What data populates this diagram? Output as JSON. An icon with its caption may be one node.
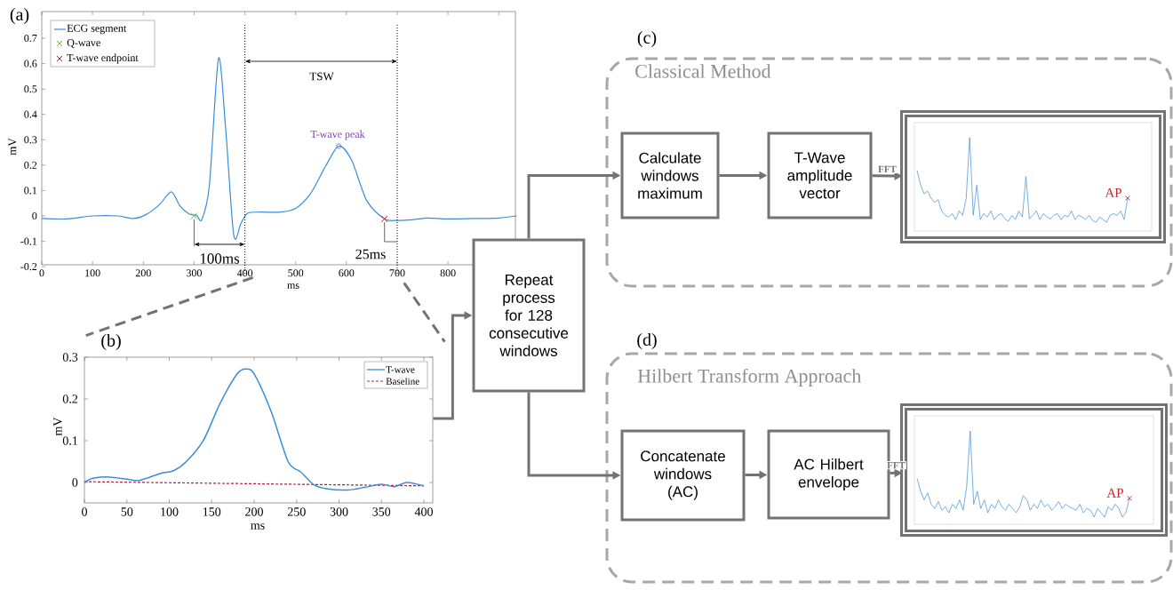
{
  "diagram": {
    "nodes": [
      {
        "text": [
          "(a)"
        ]
      },
      {
        "text": [
          "(b)"
        ]
      },
      {
        "text": [
          "Repeat process for 128 consecutive windows"
        ]
      },
      {
        "text": [
          "(c)",
          "Classical Method"
        ]
      },
      {
        "text": [
          "Calculate windows maximum"
        ],
        "in": 3
      },
      {
        "text": [
          "T-Wave amplitude vector"
        ],
        "in": 3
      },
      {
        "text": [],
        "shape": "picture",
        "in": 3
      },
      {
        "text": [
          "(d)",
          "Hilbert Transform Approach"
        ]
      },
      {
        "text": [
          "Concatenate windows (AC)"
        ],
        "in": 7
      },
      {
        "text": [
          "AC Hilbert envelope"
        ],
        "in": 7
      },
      {
        "text": [],
        "shape": "picture",
        "in": 7
      }
    ],
    "edges": [
      {
        "from": 0,
        "to": 1,
        "arrow": "none",
        "style": "dashed"
      },
      {
        "from": 0,
        "to": 1,
        "arrow": "none",
        "style": "dashed"
      },
      {
        "from": 1,
        "to": 2,
        "arrow": "to"
      },
      {
        "from": 2,
        "to": 4,
        "arrow": "to"
      },
      {
        "from": 4,
        "to": 5,
        "arrow": "to"
      },
      {
        "from": 5,
        "to": 6,
        "arrow": "to",
        "label": "FFT"
      },
      {
        "from": 2,
        "to": 8,
        "arrow": "to"
      },
      {
        "from": 8,
        "to": 9,
        "arrow": "to"
      },
      {
        "from": 9,
        "to": 10,
        "arrow": "to",
        "label": "FFT"
      }
    ],
    "labels": [
      "mV",
      "0.7",
      "0.6",
      "0.5",
      "0.4",
      "0.3",
      "0.2",
      "0.1",
      "0",
      "-0.1",
      "-0.2",
      "0",
      "100",
      "200",
      "300",
      "400",
      "500",
      "600",
      "700",
      "800",
      "ms",
      "TSW",
      "T-wave peak",
      "100ms",
      "25ms",
      "mV",
      "0.3",
      "0.2",
      "0.1",
      "0",
      "0",
      "50",
      "100",
      "150",
      "200",
      "250",
      "300",
      "350",
      "400",
      "ms",
      "AP",
      "AP"
    ],
    "legend": [
      {
        "text": "ECG segment"
      },
      {
        "text": "Q-wave"
      },
      {
        "text": "T-wave endpoint"
      },
      {
        "text": "T-wave"
      },
      {
        "text": "Baseline"
      }
    ]
  }
}
